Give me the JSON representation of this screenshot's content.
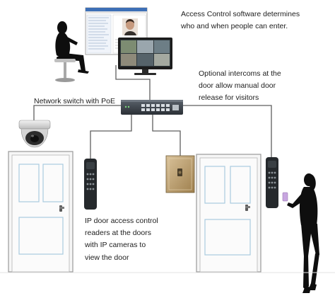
{
  "labels": {
    "software_line1": "Access Control software determines",
    "software_line2": "who and when people can enter.",
    "intercom_line1": "Optional intercoms at the",
    "intercom_line2": "door allow manual door",
    "intercom_line3": "release for visitors",
    "switch": "Network switch with PoE",
    "readers_line1": "IP door access control",
    "readers_line2": "readers at the doors",
    "readers_line3": "with IP cameras to",
    "readers_line4": "view the door"
  },
  "colors": {
    "wire": "#5f5f5f",
    "door_fill": "#f6f6f6",
    "door_outline": "#9a9a9a",
    "panel_outline": "#a9cbe0",
    "reader": "#25292c",
    "switch": "#3b4148",
    "silhouette": "#0e0e0e",
    "intercom_plate": "#b79a66"
  }
}
